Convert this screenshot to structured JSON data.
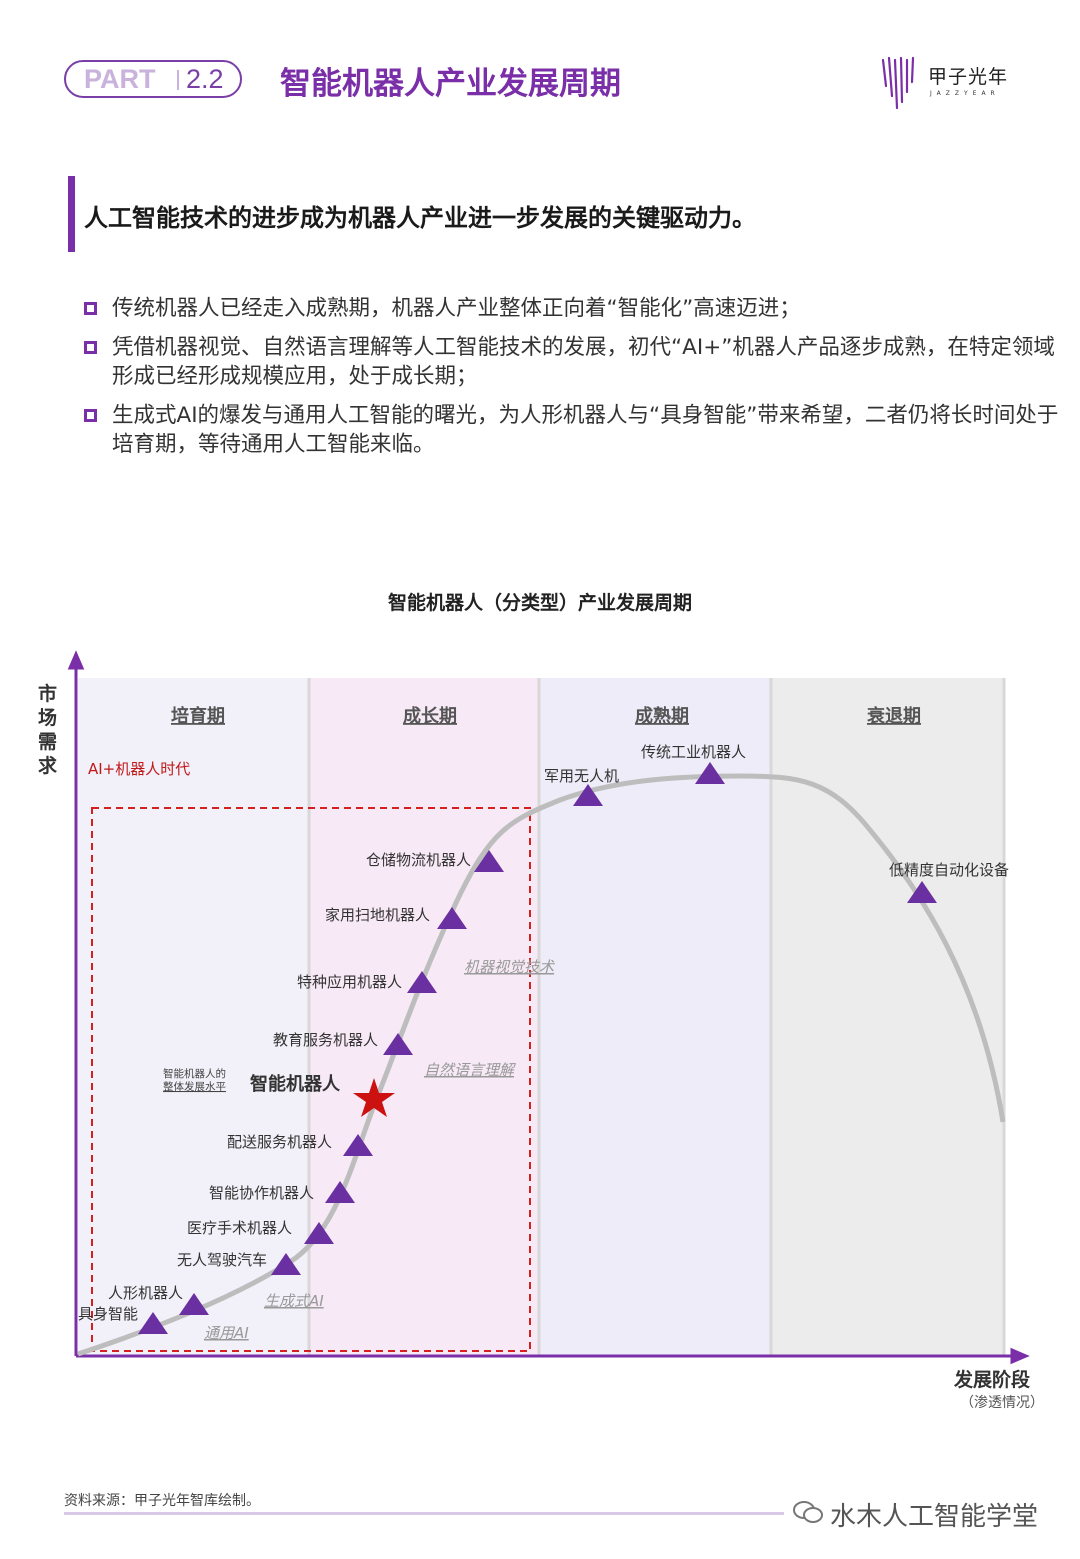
{
  "header": {
    "part_label": "PART",
    "part_number": "2.2",
    "title": "智能机器人产业发展周期",
    "logo_text": "甲子光年",
    "logo_sub": "JAZZYEAR"
  },
  "section": {
    "title": "人工智能技术的进步成为机器人产业进一步发展的关键驱动力。"
  },
  "bullets": [
    "传统机器人已经走入成熟期，机器人产业整体正向着“智能化”高速迈进；",
    "凭借机器视觉、自然语言理解等人工智能技术的发展，初代“AI+”机器人产品逐步成熟，在特定领域形成已经形成规模应用，处于成长期；",
    "生成式AI的爆发与通用人工智能的曙光，为人形机器人与“具身智能”带来希望，二者仍将长时间处于培育期，等待通用人工智能来临。"
  ],
  "chart_data": {
    "type": "diagram",
    "title": "智能机器人（分类型）产业发展周期",
    "y_axis_label": "市场需求",
    "x_axis_label": "发展阶段",
    "x_axis_sublabel": "（渗透情况）",
    "phases": [
      "培育期",
      "成长期",
      "成熟期",
      "衰退期"
    ],
    "region_label": "AI+机器人时代",
    "products": [
      {
        "name": "具身智能",
        "phase": "培育期"
      },
      {
        "name": "人形机器人",
        "phase": "培育期"
      },
      {
        "name": "无人驾驶汽车",
        "phase": "培育期"
      },
      {
        "name": "医疗手术机器人",
        "phase": "成长期"
      },
      {
        "name": "智能协作机器人",
        "phase": "成长期"
      },
      {
        "name": "配送服务机器人",
        "phase": "成长期"
      },
      {
        "name": "教育服务机器人",
        "phase": "成长期"
      },
      {
        "name": "特种应用机器人",
        "phase": "成长期"
      },
      {
        "name": "家用扫地机器人",
        "phase": "成长期"
      },
      {
        "name": "仓储物流机器人",
        "phase": "成长期"
      },
      {
        "name": "军用无人机",
        "phase": "成熟期"
      },
      {
        "name": "传统工业机器人",
        "phase": "成熟期"
      },
      {
        "name": "低精度自动化设备",
        "phase": "衰退期"
      }
    ],
    "technologies": [
      "通用AI",
      "生成式AI",
      "自然语言理解",
      "机器视觉技术"
    ],
    "highlight": {
      "name": "智能机器人",
      "note": "智能机器人的整体发展水平",
      "phase": "成长期"
    }
  },
  "footer": {
    "source": "资料来源：甲子光年智库绘制。",
    "wechat": "水木人工智能学堂"
  },
  "colors": {
    "accent": "#7a2fa8",
    "triangle": "#6a2fa0",
    "star": "#cc1111",
    "dashed_box": "#d62020",
    "curve": "#bdbdbd"
  }
}
